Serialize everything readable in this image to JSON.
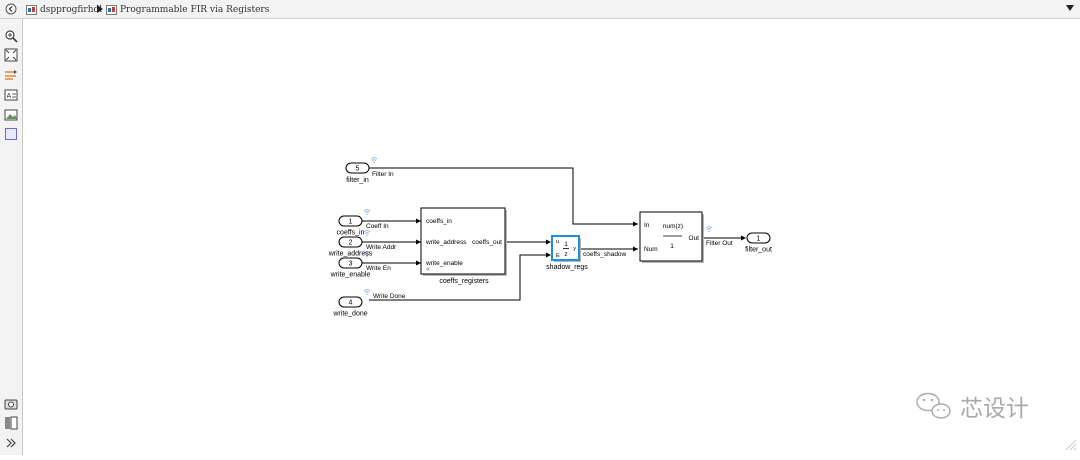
{
  "toolbar": {
    "breadcrumb": [
      {
        "label": "dspprogfirhdl"
      },
      {
        "label": "Programmable FIR via Registers"
      }
    ]
  },
  "sidebar": {
    "tools": [
      "zoom-icon",
      "fit-view-icon",
      "signal-lines-icon",
      "annotation-icon",
      "image-icon",
      "area-icon"
    ],
    "bottom_tools": [
      "screenshot-icon",
      "model-browser-icon",
      "expand-icon"
    ]
  },
  "diagram": {
    "inports": [
      {
        "number": "5",
        "name": "filter_in",
        "signal": "Filter In"
      },
      {
        "number": "1",
        "name": "coeffs_in",
        "signal": "Coeff In"
      },
      {
        "number": "2",
        "name": "write_address",
        "signal": "Write Addr"
      },
      {
        "number": "3",
        "name": "write_enable",
        "signal": "Write En"
      },
      {
        "number": "4",
        "name": "write_done",
        "signal": "Write Done"
      }
    ],
    "coeffs_registers": {
      "name": "coeffs_registers",
      "port_coeffs_in": "coeffs_in",
      "port_write_address": "write_address",
      "port_write_enable": "write_enable",
      "port_coeffs_out": "coeffs_out"
    },
    "shadow_regs": {
      "name": "shadow_regs",
      "port_u": "u",
      "port_e": "E",
      "port_y": "y",
      "num": "1",
      "den": "z",
      "out_signal": "coeffs_shadow"
    },
    "filter": {
      "port_in": "In",
      "port_num": "Num",
      "port_out": "Out",
      "numerator": "num(z)",
      "denominator": "1",
      "out_signal": "Filter Out"
    },
    "outport": {
      "number": "1",
      "name": "filter_out"
    }
  },
  "watermark": "芯设计",
  "colors": {
    "selected": "#1f8fd6",
    "signal_icon": "#7fa7d8",
    "chrome": "#f3f3f3"
  }
}
